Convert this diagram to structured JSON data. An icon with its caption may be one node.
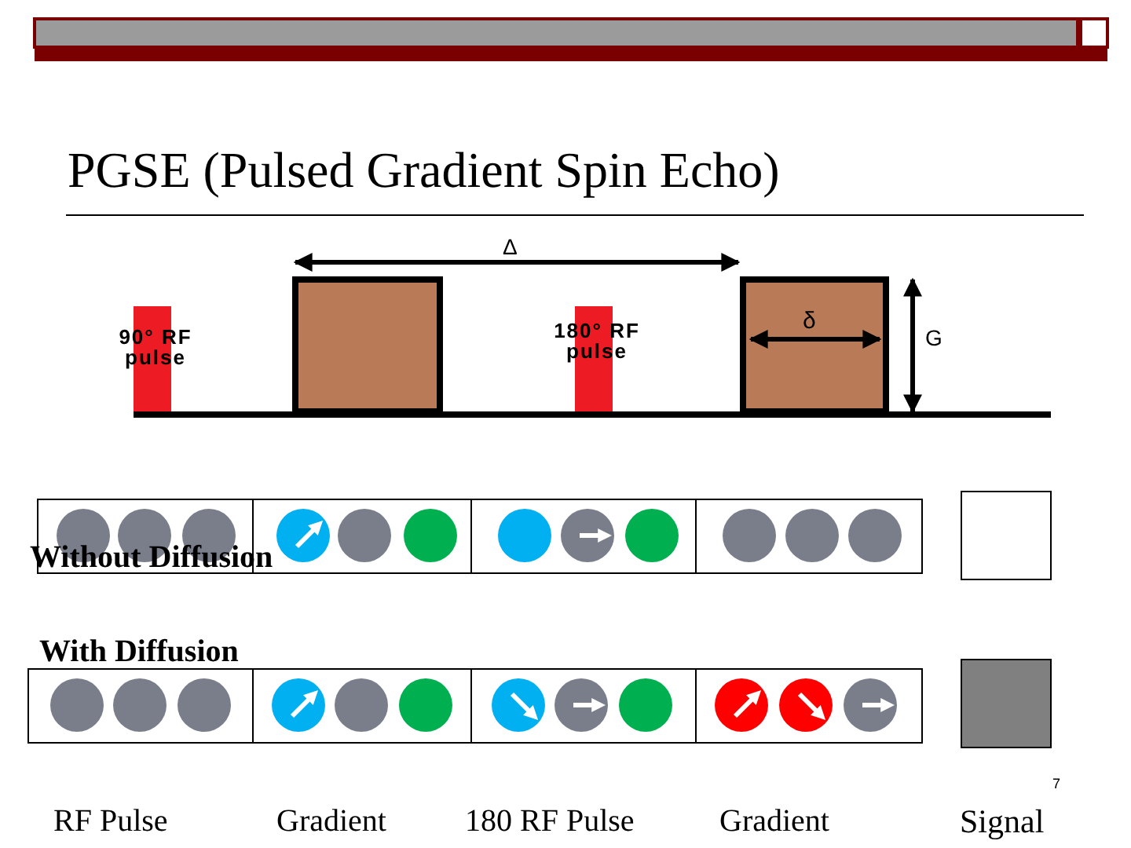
{
  "diagram": {
    "title": "PGSE (Pulsed Gradient Spin Echo)",
    "labels": [
      "Δ",
      "90° RF pulse",
      "180° RF pulse",
      "δ",
      "G",
      "Without Diffusion",
      "With Diffusion",
      "RF Pulse",
      "Gradient",
      "180 RF Pulse",
      "Gradient",
      "7",
      "Signal"
    ]
  }
}
